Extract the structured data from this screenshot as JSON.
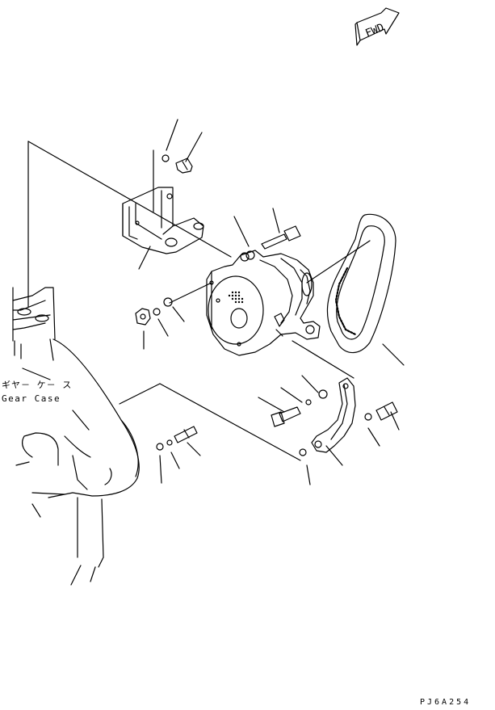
{
  "labels": {
    "gear_case_jp": "ギヤ－ ケ－ ス",
    "gear_case_en": "Gear Case",
    "fwd": "FWD",
    "drawing_code": "PJ6A254"
  },
  "colors": {
    "line": "#000000",
    "background": "#ffffff"
  },
  "icons": {
    "forward_arrow": "fwd-arrow-icon"
  }
}
